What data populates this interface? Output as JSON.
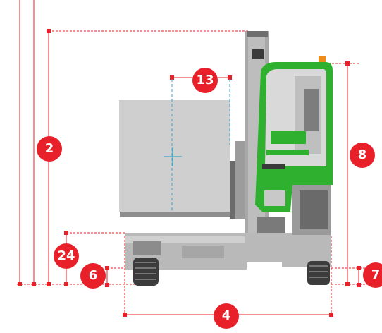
{
  "colors": {
    "dimension_red": "#e8202a",
    "cab_green": "#2fb12f",
    "chassis_grey": "#b9b9b9",
    "load_grey": "#cfcfcf",
    "dark_grey": "#4a4a4a",
    "center_cyan": "#3aa6c8"
  },
  "labels": {
    "dim_2": "2",
    "dim_4": "4",
    "dim_6": "6",
    "dim_7": "7",
    "dim_8": "8",
    "dim_13": "13",
    "dim_24": "24"
  }
}
